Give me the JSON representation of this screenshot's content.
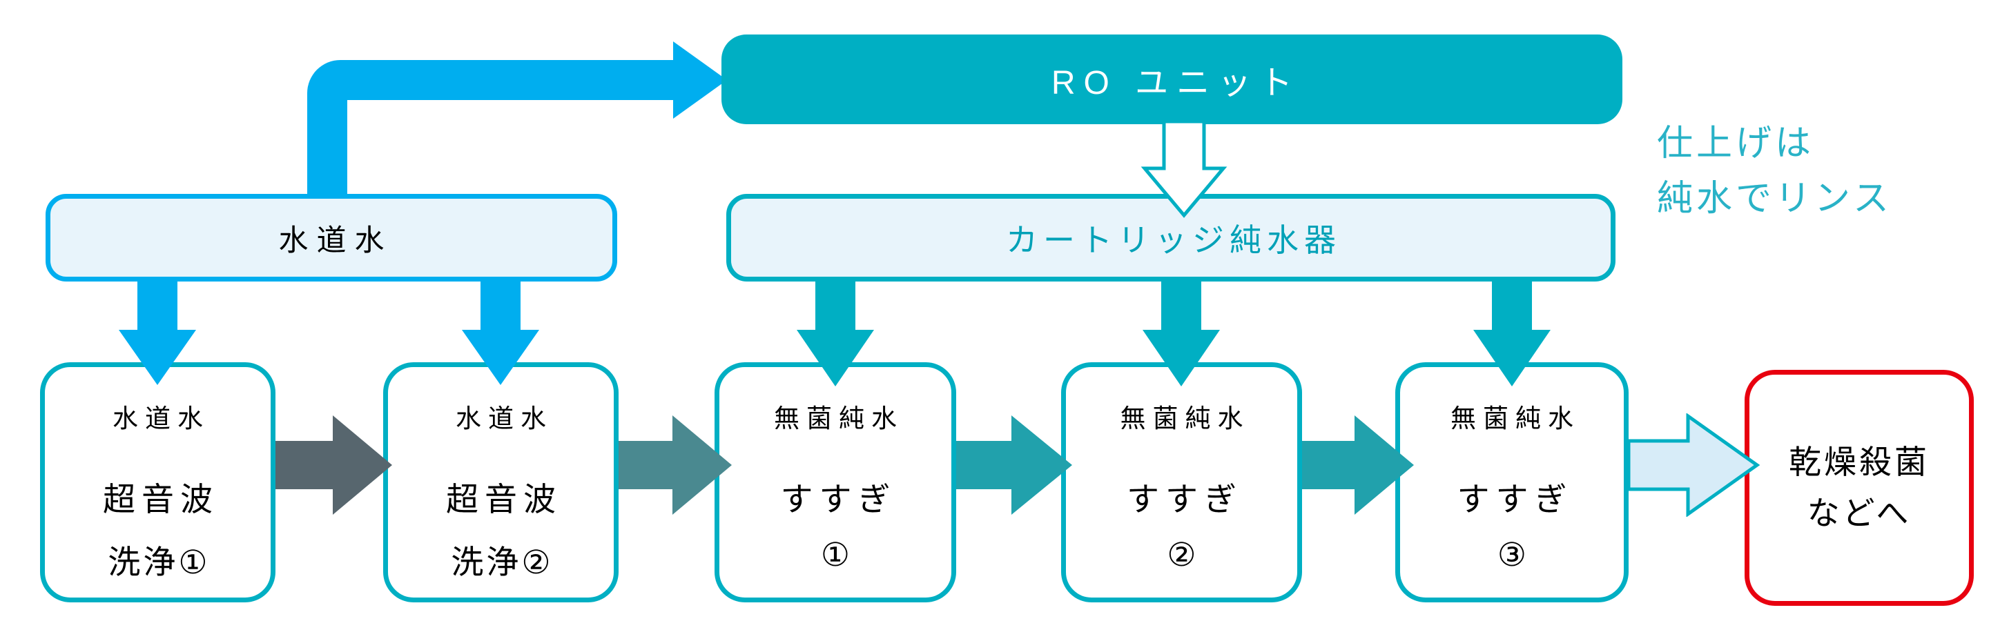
{
  "colors": {
    "blue": "#00AEEF",
    "teal": "#00AFC3",
    "teal-text": "#00A1B7",
    "note-color": "#29B2C7",
    "light-fill": "#E8F4FB",
    "gray": "#57666E",
    "gray-teal": "#4A8990",
    "teal-arrow": "#21A1AC",
    "light-arrow-fill": "#D7ECF8",
    "red": "#E8000F"
  },
  "top_row": {
    "ro_unit_label": "RO ユニット",
    "tap_water_label": "水道水",
    "cartridge_label": "カートリッジ純水器"
  },
  "note": {
    "line1": "仕上げは",
    "line2": "純水でリンス"
  },
  "process_boxes": [
    {
      "water": "水道水",
      "line1": "超音波",
      "line2": "洗浄①"
    },
    {
      "water": "水道水",
      "line1": "超音波",
      "line2": "洗浄②"
    },
    {
      "water": "無菌純水",
      "line1": "すすぎ",
      "line2": "①"
    },
    {
      "water": "無菌純水",
      "line1": "すすぎ",
      "line2": "②"
    },
    {
      "water": "無菌純水",
      "line1": "すすぎ",
      "line2": "③"
    }
  ],
  "final_box": {
    "line1": "乾燥殺菌",
    "line2": "などへ"
  }
}
